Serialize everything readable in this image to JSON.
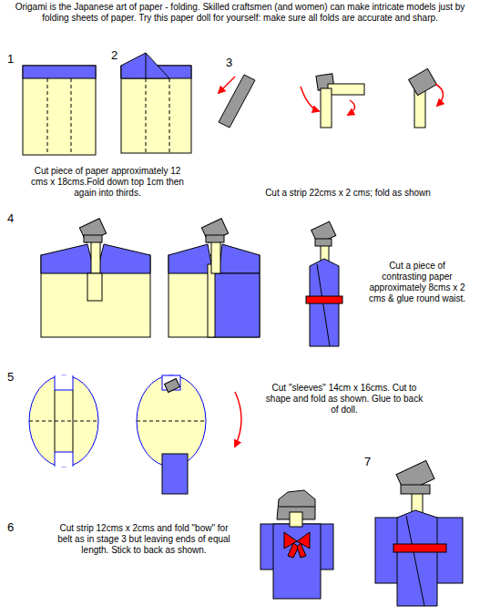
{
  "diagram": {
    "labels": [
      "Origami is the Japanese art of paper - folding. Skilled craftsmen (and women) can make intricate models just by folding sheets of paper. Try this paper doll for yourself: make sure all folds are accurate and sharp.",
      "1",
      "2",
      "Cut piece of paper approximately 12 cms x 18cms.Fold down top 1cm then again into thirds.",
      "3",
      "Cut a strip 22cms x 2 cms; fold as shown",
      "4",
      "Cut a piece of contrasting paper approximately 8cms x 2 cms & glue round waist.",
      "5",
      "Cut \"sleeves\" 14cm x 16cms. Cut to shape and fold as shown. Glue to back of doll.",
      "6",
      "Cut strip 12cms x 2cms and fold \"bow\" for belt as in stage 3 but leaving ends of equal length. Stick to back as shown.",
      "7"
    ]
  }
}
